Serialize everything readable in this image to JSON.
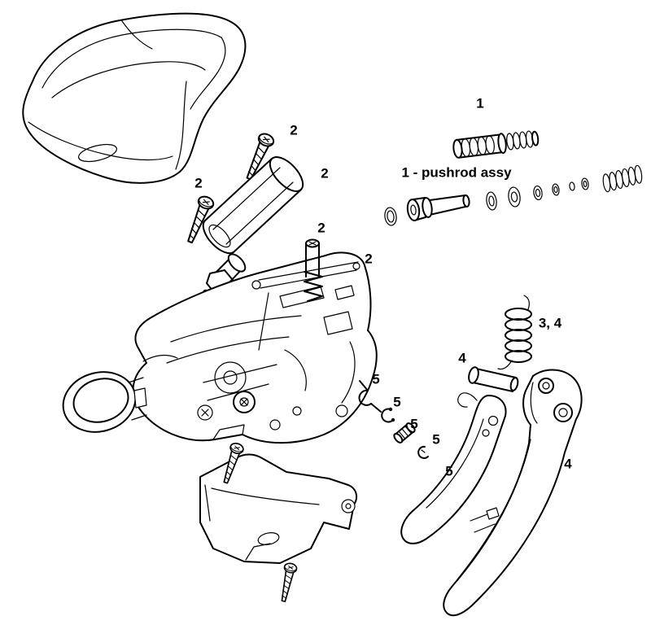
{
  "canvas": {
    "background": "#ffffff",
    "ink": "#000000"
  },
  "caption": {
    "text": "1 - pushrod assy"
  },
  "callouts": [
    {
      "text": "1"
    },
    {
      "text": "2"
    },
    {
      "text": "2"
    },
    {
      "text": "2"
    },
    {
      "text": "2"
    },
    {
      "text": "2"
    },
    {
      "text": "3, 4"
    },
    {
      "text": "4"
    },
    {
      "text": "4"
    },
    {
      "text": "5"
    },
    {
      "text": "5"
    },
    {
      "text": "5"
    },
    {
      "text": "5"
    },
    {
      "text": "5"
    }
  ]
}
